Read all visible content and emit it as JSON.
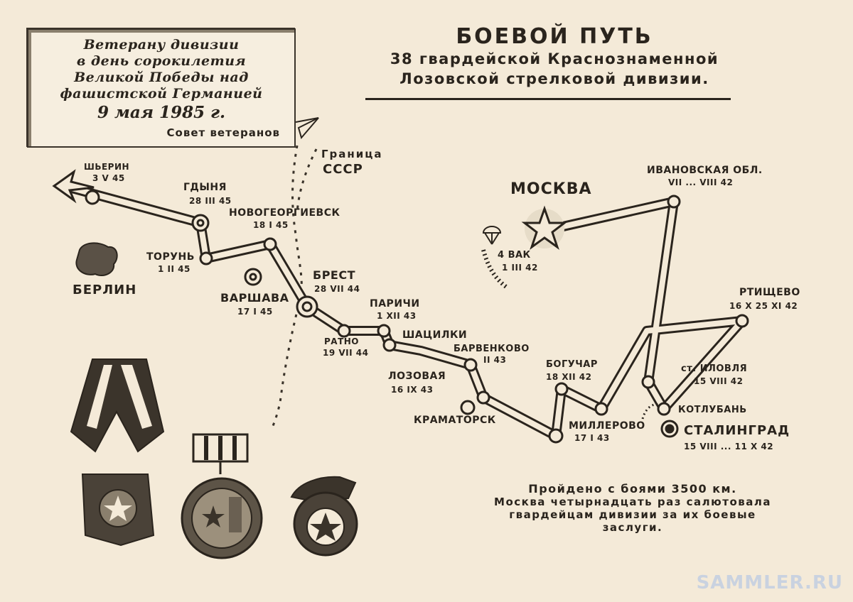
{
  "dedication": {
    "lines": [
      "Ветерану дивизии",
      "в день сорокилетия",
      "Великой Победы над",
      "фашистской Германией"
    ],
    "date": "9 мая 1985 г.",
    "signature": "Совет ветеранов"
  },
  "title": {
    "main": "БОЕВОЙ ПУТЬ",
    "sub1": "38 гвардейской Краснознаменной",
    "sub2": "Лозовской стрелковой дивизии."
  },
  "border_label": {
    "line1": "Граница",
    "line2": "СССР"
  },
  "places": {
    "moscow": "МОСКВА",
    "berlin": "БЕРЛИН",
    "shwerin": "ШЬЕРИН",
    "shwerin_date": "3 V 45",
    "gdynia": "ГДЫНЯ",
    "gdynia_date": "28 III 45",
    "novogeorgievsk": "НОВОГЕОРГИЕВСК",
    "novogeorgievsk_date": "18 I 45",
    "torun": "ТОРУНЬ",
    "torun_date": "1 II 45",
    "warsaw": "ВАРШАВА",
    "warsaw_date": "17 I 45",
    "brest": "БРЕСТ",
    "brest_date": "28 VII 44",
    "ratno": "РАТНО",
    "ratno_date": "19 VII 44",
    "parichi": "ПАРИЧИ",
    "parichi_date": "1 XII 43",
    "shatsilki": "ШАЦИЛКИ",
    "barvenkovo": "БАРВЕНКОВО",
    "barvenkovo_date": "II 43",
    "lozovaya": "ЛОЗОВАЯ",
    "lozovaya_date": "16 IX 43",
    "kramatorsk": "КРАМАТОРСК",
    "bogучar": "БОГУЧАР",
    "boguchar_date": "18 XII 42",
    "millerovo": "МИЛЛЕРОВО",
    "millerovo_date": "17 I 43",
    "stalingrad": "СТАЛИНГРАД",
    "stalingrad_date": "15 VIII ... 11 X 42",
    "kotluban": "КОТЛУБАНЬ",
    "ilovlya": "ст. ИЛОВЛЯ",
    "ilovlya_date": "15 VIII 42",
    "rtishchevo": "РТИЩЕВО",
    "rtishchevo_date": "16 X 25 XI 42",
    "ivanovo": "ИВАНОВСКАЯ ОБЛ.",
    "ivanovo_date": "VII ... VIII 42",
    "vak": "4 ВАК",
    "vak_date": "1 III 42"
  },
  "summary": {
    "line1": "Пройдено с боями 3500 км.",
    "line2": "Москва четырнадцать раз салютовала",
    "line3": "гвардейцам дивизии за их боевые",
    "line4": "заслуги."
  },
  "watermark": "SAMMLER.RU",
  "colors": {
    "paper": "#f4ead8",
    "ink": "#2a241d",
    "watermark": "#c9d2e0"
  }
}
